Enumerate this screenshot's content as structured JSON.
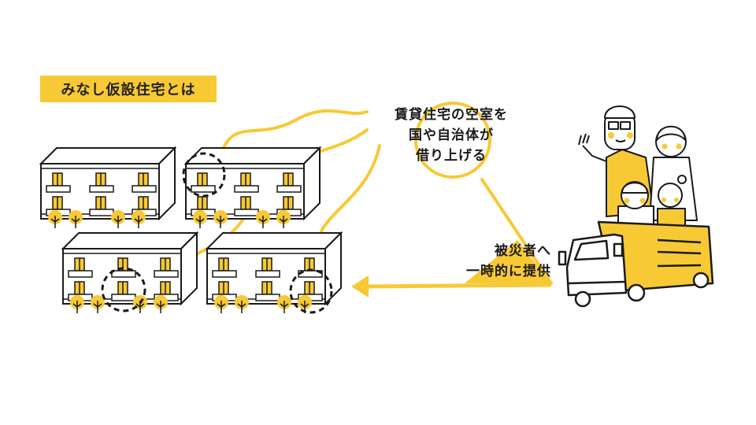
{
  "diagram": {
    "title": "みなし仮設住宅とは",
    "step1_lines": [
      "賃貸住宅の空室を",
      "国や自治体が",
      "借り上げる"
    ],
    "step2_lines": [
      "被災者へ",
      "一時的に提供"
    ],
    "colors": {
      "accent": "#f7c935",
      "ink": "#1a1a1a",
      "background": "#ffffff"
    },
    "buildings": [
      {
        "name": "apartment-top-left",
        "highlighted_unit": null
      },
      {
        "name": "apartment-top-right",
        "highlighted_unit": "upper-left"
      },
      {
        "name": "apartment-bottom-left",
        "highlighted_unit": "lower-middle"
      },
      {
        "name": "apartment-bottom-right",
        "highlighted_unit": "lower-right"
      }
    ],
    "illustrations": [
      "family-icon",
      "moving-truck-icon",
      "arrow-left-icon"
    ]
  }
}
